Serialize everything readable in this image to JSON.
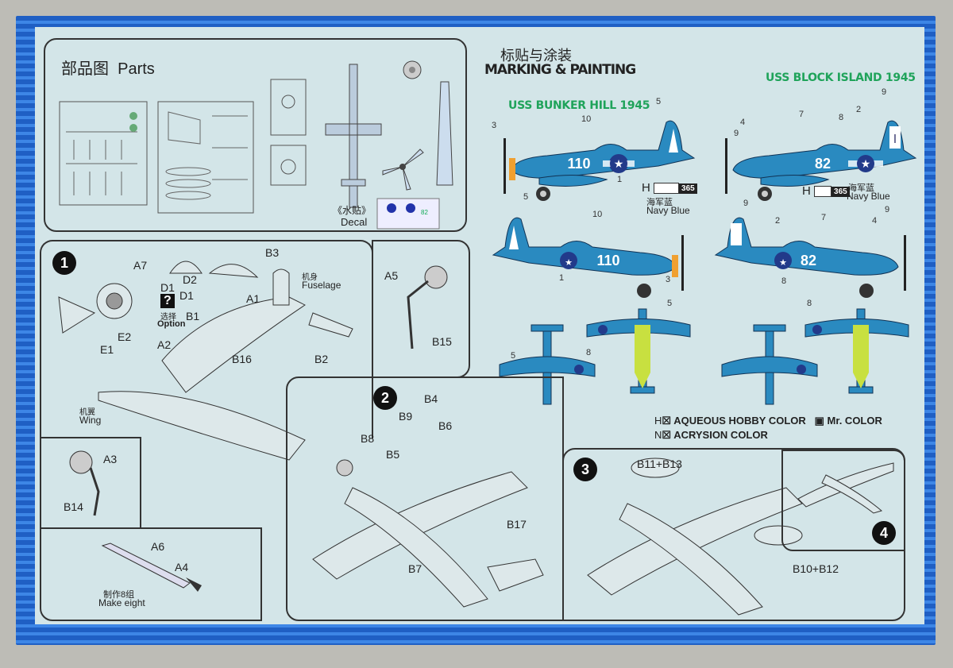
{
  "parts": {
    "title_cn": "部品图",
    "title_en": "Parts",
    "decal_cn": "《水贴》",
    "decal_en": "Decal"
  },
  "marking": {
    "title_cn": "标贴与涂装",
    "title_en": "MARKING & PAINTING",
    "schemes": [
      {
        "name": "USS BUNKER HILL 1945",
        "code": "110",
        "color_prefix": "H",
        "color_code": "365",
        "color_cn": "海军蓝",
        "color_en": "Navy Blue"
      },
      {
        "name": "USS BLOCK ISLAND 1945",
        "code": "82",
        "color_prefix": "H",
        "color_code": "365",
        "color_cn": "海军蓝",
        "color_en": "Navy Blue"
      }
    ],
    "callouts_left": [
      "3",
      "10",
      "5",
      "1",
      "5",
      "10",
      "1",
      "3",
      "5",
      "8",
      "5"
    ],
    "callouts_right": [
      "4",
      "9",
      "7",
      "8",
      "2",
      "9",
      "9",
      "2",
      "7",
      "4",
      "9",
      "8",
      "8"
    ],
    "legend": {
      "h": "H",
      "h_text": "AQUEOUS HOBBY COLOR",
      "mr_text": "Mr. COLOR",
      "n": "N",
      "n_text": "ACRYSION COLOR"
    },
    "colors": {
      "navy_blue": "#2a8ac0",
      "scheme_title": "#1fa35a"
    }
  },
  "step1": {
    "number": "1",
    "labels": [
      "A7",
      "D1",
      "D2",
      "B3",
      "D1",
      "A1",
      "B1",
      "E2",
      "A2",
      "E1",
      "B16",
      "B2"
    ],
    "fuselage_cn": "机身",
    "fuselage_en": "Fuselage",
    "option_cn": "选择",
    "option_en": "Option",
    "wing_cn": "机翼",
    "wing_en": "Wing"
  },
  "step1b": {
    "labels": [
      "A3",
      "B14"
    ]
  },
  "step1c": {
    "labels": [
      "A6",
      "A4"
    ],
    "make_cn": "制作8组",
    "make_en": "Make eight"
  },
  "step_a5": {
    "labels": [
      "A5",
      "B15"
    ]
  },
  "step2": {
    "number": "2",
    "labels": [
      "B4",
      "B9",
      "B6",
      "B8",
      "B5",
      "B17",
      "B7"
    ]
  },
  "step3": {
    "number": "3",
    "labels": [
      "B11+B13",
      "B10+B12"
    ]
  },
  "step4": {
    "number": "4"
  }
}
